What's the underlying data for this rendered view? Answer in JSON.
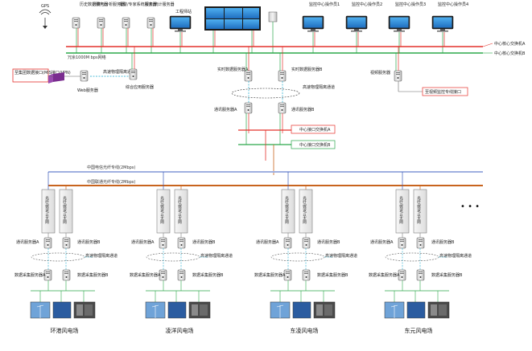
{
  "top": {
    "gps": "GPS",
    "history": "历史数据服务器",
    "calc": "计算与分析服务器",
    "alarm": "报警/专家系统服务器",
    "report": "报表/统计服务器",
    "eng": "工程师站",
    "op1": "监控中心操作员1",
    "op2": "监控中心操作员2",
    "op3": "监控中心操作员3",
    "op4": "监控中心操作员4"
  },
  "nets": {
    "redundant": "冗余1000M bps网络",
    "coreA": "中心核心交换机A",
    "coreB": "中心核心交换机B",
    "ifA": "中心接口交换机A",
    "ifB": "中心接口交换机B",
    "telecom": "中国电信光纤专线(2Mbps)",
    "unicom": "中国联通光纤专线(2Mbps)"
  },
  "mid": {
    "group": "至集团数据接口(MIS接口/VPN)",
    "web": "Web服务器",
    "isolate": "高速物理隔离通道",
    "app": "综合应用服务器",
    "rt": "实时数据服务器A",
    "rtb": "实时数据服务器B",
    "commA": "通讯服务器A",
    "commB": "通讯服务器B",
    "isolate2": "高速物理隔离通道",
    "video": "视频服务器",
    "videoIf": "至视频监控专线接口"
  },
  "farm": {
    "vert": "光纤/微波/以太网",
    "commA": "通讯服务器A",
    "commB": "通讯服务器B",
    "isolate": "高速物理隔离通道",
    "dataA": "数据采集服务器A",
    "dataB": "数据采集服务器B",
    "ellipsis": "• • •",
    "names": [
      "环港风电场",
      "凌洋风电场",
      "东凌风电场",
      "东元风电场"
    ]
  },
  "colors": {
    "red": "#e4312b",
    "green": "#2ba84a",
    "orange": "#c8641e",
    "blue": "#3a5ab8",
    "cyan": "#19a9cc"
  }
}
